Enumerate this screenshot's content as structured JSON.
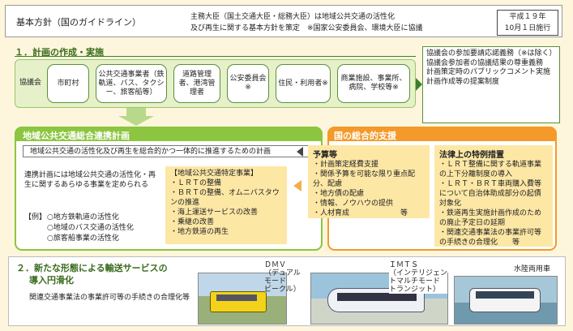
{
  "header": {
    "title": "基本方針（国のガイドライン）",
    "desc_line1": "主務大臣（国土交通大臣・総務大臣）は地域公共交通の活性化",
    "desc_line2": "及び再生に関する基本方針を策定　※国家公安委員会、環境大臣に協議",
    "law_line1": "平成１９年",
    "law_line2": "10月１日施行"
  },
  "section1": {
    "heading": "１．計画の作成・実施",
    "council_label": "協議会",
    "members": [
      "市町村",
      "公共交通事業者（鉄軌道、バス、タクシー、旅客船等）",
      "道路管理者、港湾管理者",
      "公安委員会※",
      "住民・利用者※",
      "商業施設、事業所、病院、学校等※"
    ],
    "council_notes": [
      "協議会の参加要請応諾義務（※は除く）",
      "協議会参加者の協議結果の尊重義務",
      "計画策定時のパブリックコメント実施",
      "計画作成等の提案制度"
    ]
  },
  "plan": {
    "band_title": "地域公共交通総合連携計画",
    "banner": "地域公共交通の活性化及び再生を総合的かつ一体的に推進するための計画",
    "desc": "連携計画には地域公共交通の活性化・再生に関するあらゆる事業を定められる",
    "examples_label": "【例】",
    "examples": [
      "○地方鉄軌道の活性化",
      "○地域のバス交通の活性化",
      "○旅客船事業の活性化"
    ],
    "special_title": "【地域公共交通特定事業】",
    "special_items": [
      "・ＬＲＴの整備",
      "・ＢＲＴの整備、オムニバスタウンの推進",
      "・海上運送サービスの改善",
      "・乗継の改善",
      "・地方鉄道の再生"
    ]
  },
  "support": {
    "band_title": "国の総合的支援",
    "budget_title": "予算等",
    "budget_items": [
      "・計画策定経費支援",
      "・関係予算を可能な限り重点配分、配慮",
      "・地方債の配慮",
      "・情報、ノウハウの提供",
      "・人材育成　　　　　　　等"
    ],
    "law_title": "法律上の特例措置",
    "law_items": [
      "・ＬＲＴ整備に関する軌道事業の上下分離制度の導入",
      "・ＬＲＴ・ＢＲＴ車両購入費等について自治体助成部分の起債対象化",
      "・鉄道再生実施計画作成のための廃止予定日の延期",
      "・関連交通事業法の事業許可等の手続きの合理化　　等"
    ]
  },
  "section2": {
    "heading_line1": "２．新たな形態による輸送サービスの",
    "heading_line2": "導入円滑化",
    "desc": "関連交通事業法の事業許可等の手続きの合理化等",
    "dmv_label": [
      "ＤＭＶ",
      "（デュアル",
      "モード",
      "ビークル）"
    ],
    "imts_label": [
      "ＩＭＴＳ",
      "（インテリジェン",
      "トマルチモード",
      "トランジット）"
    ],
    "amphibious_label": "水陸両用車"
  },
  "colors": {
    "green": "#8cc540",
    "orange": "#f39a2a",
    "yellow": "#fde7a5",
    "bg": "#fdf6dc"
  }
}
